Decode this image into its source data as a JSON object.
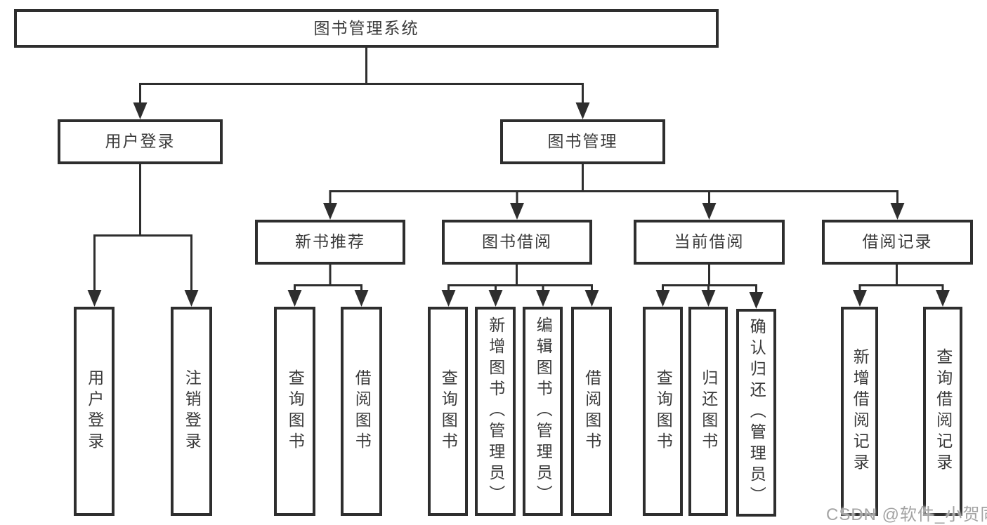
{
  "diagram": {
    "tree": {
      "label": "图书管理系统",
      "children": [
        {
          "label": "用户登录",
          "children": [
            {
              "label": "用户登录"
            },
            {
              "label": "注销登录"
            }
          ]
        },
        {
          "label": "图书管理",
          "children": [
            {
              "label": "新书推荐",
              "children": [
                {
                  "label": "查询图书"
                },
                {
                  "label": "借阅图书"
                }
              ]
            },
            {
              "label": "图书借阅",
              "children": [
                {
                  "label": "查询图书"
                },
                {
                  "label": "新增图书（管理员）"
                },
                {
                  "label": "编辑图书（管理员）"
                },
                {
                  "label": "借阅图书"
                }
              ]
            },
            {
              "label": "当前借阅",
              "children": [
                {
                  "label": "查询图书"
                },
                {
                  "label": "归还图书"
                },
                {
                  "label": "确认归还（管理员）"
                }
              ]
            },
            {
              "label": "借阅记录",
              "children": [
                {
                  "label": "新增借阅记录"
                },
                {
                  "label": "查询借阅记录"
                }
              ]
            }
          ]
        }
      ]
    },
    "colors": {
      "line": "#2e2e2e",
      "box_border": "#2e2e2e",
      "text": "#3a3a3a",
      "watermark": "#a3a3a3",
      "background": "#ffffff"
    }
  },
  "watermark": {
    "text": "CSDN @软件_小贺同学"
  }
}
